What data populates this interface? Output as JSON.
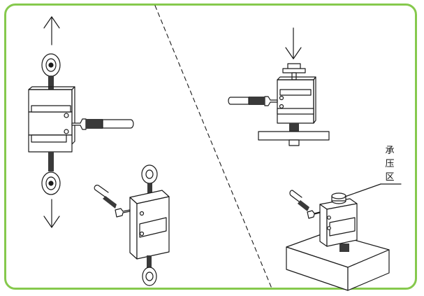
{
  "annotation": {
    "chars": [
      "承",
      "压",
      "区"
    ]
  },
  "colors": {
    "frame": "#86c94d",
    "line": "#1a1a1a",
    "dark_band": "#3a3a3a",
    "fill": "#ffffff"
  }
}
